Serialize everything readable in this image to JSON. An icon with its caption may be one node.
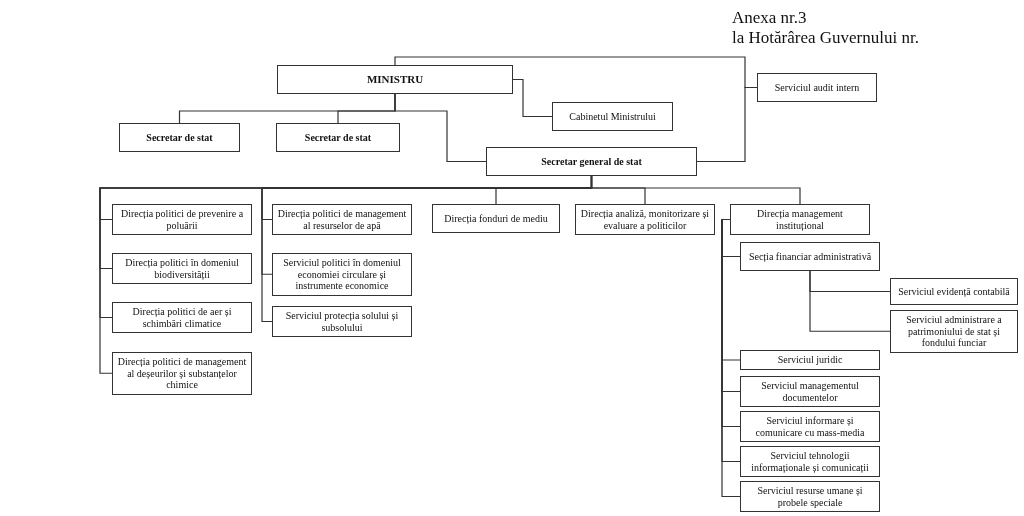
{
  "diagram": {
    "nodes": [
      {
        "text": [
          "MINISTRU"
        ]
      },
      {
        "text": [
          "Serviciul audit intern"
        ]
      },
      {
        "text": [
          "Cabinetul Ministrului"
        ]
      },
      {
        "text": [
          "Secretar de stat"
        ]
      },
      {
        "text": [
          "Secretar de stat"
        ]
      },
      {
        "text": [
          "Secretar general de stat"
        ]
      },
      {
        "text": [
          "Direcția politici de prevenire a poluării"
        ]
      },
      {
        "text": [
          "Direcția politici în domeniul biodiversității"
        ]
      },
      {
        "text": [
          "Direcția politici de aer și schimbări climatice"
        ]
      },
      {
        "text": [
          "Direcția politici de management al deșeurilor și substanțelor chimice"
        ]
      },
      {
        "text": [
          "Direcția politici de management al resurselor de apă"
        ]
      },
      {
        "text": [
          "Serviciul politici în domeniul economiei circulare și instrumente economice"
        ]
      },
      {
        "text": [
          "Serviciul protecția solului și subsolului"
        ]
      },
      {
        "text": [
          "Direcția fonduri de mediu"
        ]
      },
      {
        "text": [
          "Direcția analiză, monitorizare și evaluare a politicilor"
        ]
      },
      {
        "text": [
          "Direcția management instituțional"
        ]
      },
      {
        "text": [
          "Secția financiar administrativă"
        ]
      },
      {
        "text": [
          "Serviciul evidență contabilă"
        ]
      },
      {
        "text": [
          "Serviciul administrare a patrimoniului de stat și fondului funciar"
        ]
      },
      {
        "text": [
          "Serviciul juridic"
        ]
      },
      {
        "text": [
          "Serviciul managementul documentelor"
        ]
      },
      {
        "text": [
          "Serviciul informare și comunicare cu mass-media"
        ]
      },
      {
        "text": [
          "Serviciul tehnologii informaționale și comunicații"
        ]
      },
      {
        "text": [
          "Serviciul resurse umane și probele speciale"
        ]
      }
    ],
    "edges": [
      {
        "from": 0,
        "to": 1,
        "arrow": "none"
      },
      {
        "from": 5,
        "to": 1,
        "arrow": "none"
      },
      {
        "from": 0,
        "to": 2,
        "arrow": "none"
      },
      {
        "from": 0,
        "to": 3,
        "arrow": "none"
      },
      {
        "from": 0,
        "to": 4,
        "arrow": "none"
      },
      {
        "from": 0,
        "to": 5,
        "arrow": "none"
      },
      {
        "from": 5,
        "to": 6,
        "arrow": "none"
      },
      {
        "from": 5,
        "to": 7,
        "arrow": "none"
      },
      {
        "from": 5,
        "to": 8,
        "arrow": "none"
      },
      {
        "from": 5,
        "to": 9,
        "arrow": "none"
      },
      {
        "from": 5,
        "to": 10,
        "arrow": "none"
      },
      {
        "from": 5,
        "to": 11,
        "arrow": "none"
      },
      {
        "from": 5,
        "to": 12,
        "arrow": "none"
      },
      {
        "from": 5,
        "to": 13,
        "arrow": "none"
      },
      {
        "from": 5,
        "to": 14,
        "arrow": "none"
      },
      {
        "from": 5,
        "to": 15,
        "arrow": "none"
      },
      {
        "from": 15,
        "to": 16,
        "arrow": "none"
      },
      {
        "from": 16,
        "to": 17,
        "arrow": "none"
      },
      {
        "from": 16,
        "to": 18,
        "arrow": "none"
      },
      {
        "from": 15,
        "to": 19,
        "arrow": "none"
      },
      {
        "from": 15,
        "to": 20,
        "arrow": "none"
      },
      {
        "from": 15,
        "to": 21,
        "arrow": "none"
      },
      {
        "from": 15,
        "to": 22,
        "arrow": "none"
      },
      {
        "from": 15,
        "to": 23,
        "arrow": "none"
      }
    ],
    "labels": [
      "Anexa nr.3",
      "la Hotărârea Guvernului nr."
    ]
  }
}
